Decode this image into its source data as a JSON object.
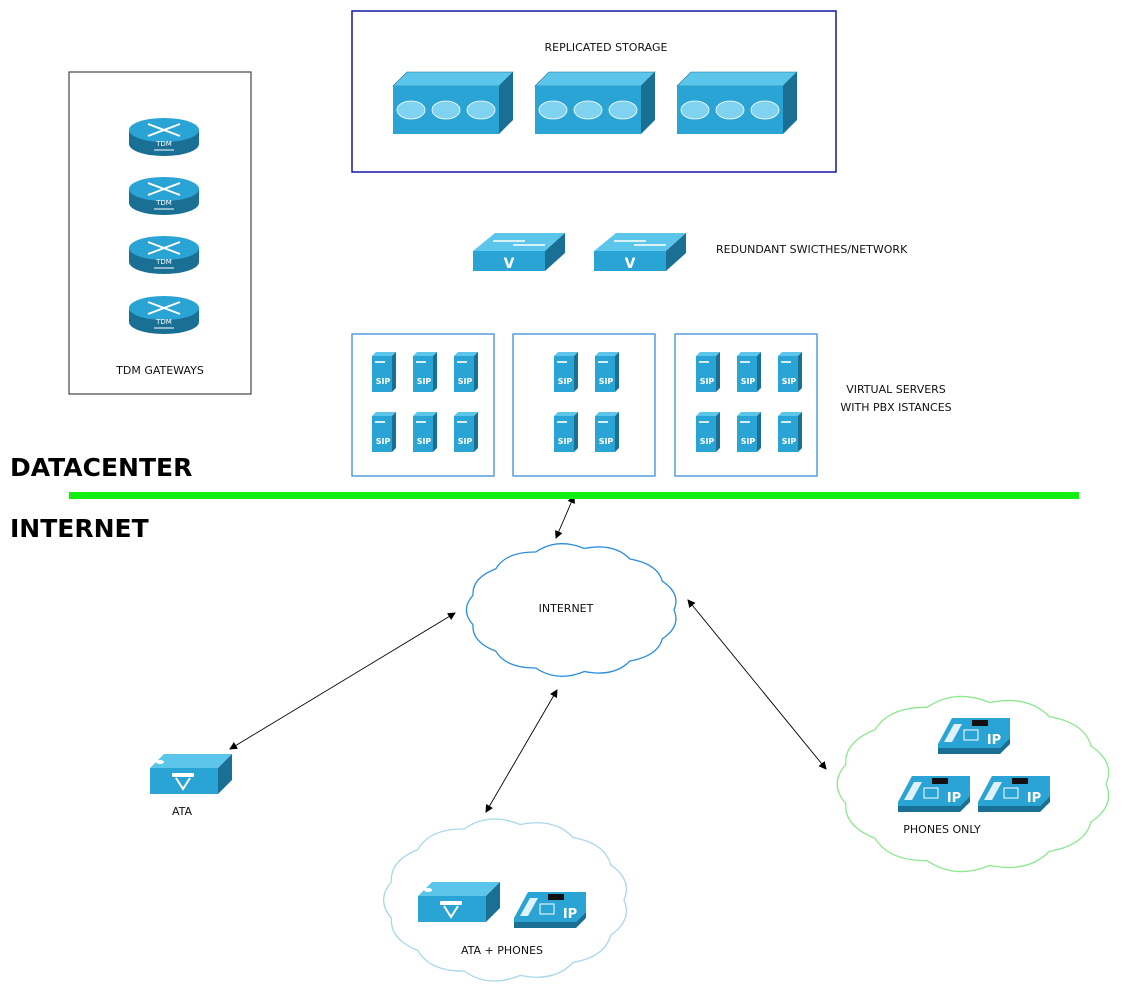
{
  "labels": {
    "storage": "REPLICATED STORAGE",
    "switches": "REDUNDANT SWICTHES/NETWORK",
    "servers_line1": "VIRTUAL SERVERS",
    "servers_line2": "WITH PBX ISTANCES",
    "gateways": "TDM GATEWAYS",
    "datacenter": "DATACENTER",
    "internet_zone": "INTERNET",
    "internet_cloud": "INTERNET",
    "ata": "ATA",
    "ata_phones": "ATA + PHONES",
    "phones_only": "PHONES ONLY"
  },
  "icon_text": {
    "tdm": "TDM",
    "sip": "SIP",
    "ip": "IP",
    "v": "V"
  },
  "colors": {
    "storage_border": "#1515a8",
    "server_group_border": "#3a8fd8",
    "gateway_border": "#444444",
    "zone_divider": "#11ee11",
    "icon_light": "#5cc6ea",
    "icon_mid": "#2aa3d5",
    "icon_dark": "#1a6f94",
    "internet_cloud": "#2b8fe0",
    "phones_cloud": "#8fe88f",
    "ata_phones_cloud": "#a9d7e8",
    "arrow": "#000000"
  },
  "icons": {
    "storage": "storage-array-icon",
    "switch": "network-switch-icon",
    "server": "sip-server-icon",
    "gateway": "tdm-gateway-router-icon",
    "ata": "ata-adapter-icon",
    "phone": "ip-phone-icon"
  },
  "counts": {
    "storage_arrays": 3,
    "switches": 2,
    "tdm_gateways": 4,
    "server_groups": [
      6,
      4,
      6
    ],
    "phones_only_cloud_phones": 3
  }
}
